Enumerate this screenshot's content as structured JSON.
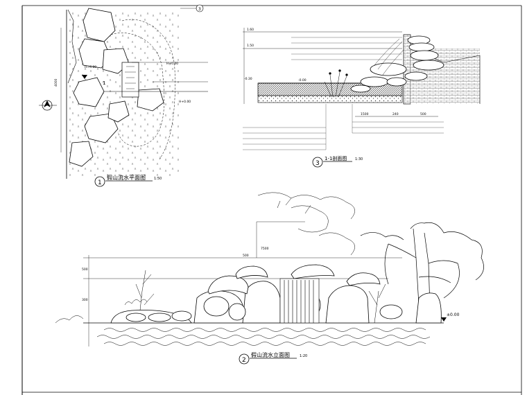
{
  "drawings": {
    "plan": {
      "number": "1",
      "title": "假山流水平面图",
      "scale": "1:50",
      "annotations": {
        "index_ref": "3",
        "level_top": "H+0.00",
        "level_mid": "H+0.00",
        "level_note": "H=4.00",
        "dim_side": "4000",
        "section_mark": "1"
      }
    },
    "section": {
      "number": "3",
      "title": "1-1剖面图",
      "scale": "1:30",
      "annotations": {
        "level_top": "1.60",
        "level_upper": "1.50",
        "level_water": "-0.00",
        "level_base": "-0.30",
        "dim_1": "1500",
        "dim_2": "240",
        "dim_3": "500"
      }
    },
    "elevation": {
      "number": "2",
      "title": "假山流水立面图",
      "scale": "1:20",
      "annotations": {
        "level_ground": "±0.00",
        "dim_left_1": "500",
        "dim_left_2": "300",
        "dim_width": "7500",
        "dim_span": "500"
      }
    }
  },
  "colors": {
    "line": "#000000",
    "hatch": "#444444",
    "background": "#ffffff"
  }
}
